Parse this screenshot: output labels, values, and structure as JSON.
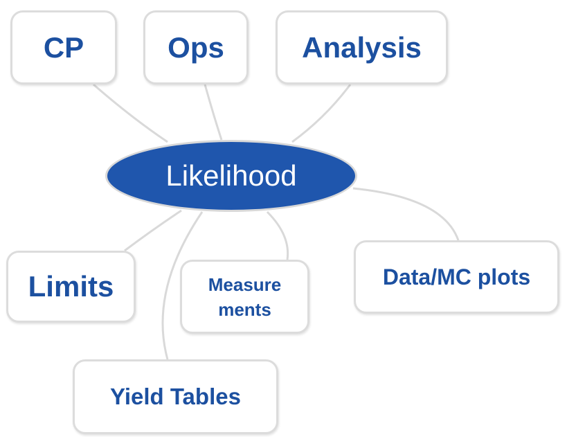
{
  "diagram": {
    "center": {
      "label": "Likelihood"
    },
    "nodes": {
      "cp": "CP",
      "ops": "Ops",
      "analysis": "Analysis",
      "limits": "Limits",
      "measurements": "Measure ments",
      "datamc": "Data/MC plots",
      "yield": "Yield Tables"
    }
  },
  "colors": {
    "center_fill": "#1f56ad",
    "node_text": "#1c50a0",
    "node_border": "#dcdcdc",
    "connector": "#d9d9d9"
  }
}
